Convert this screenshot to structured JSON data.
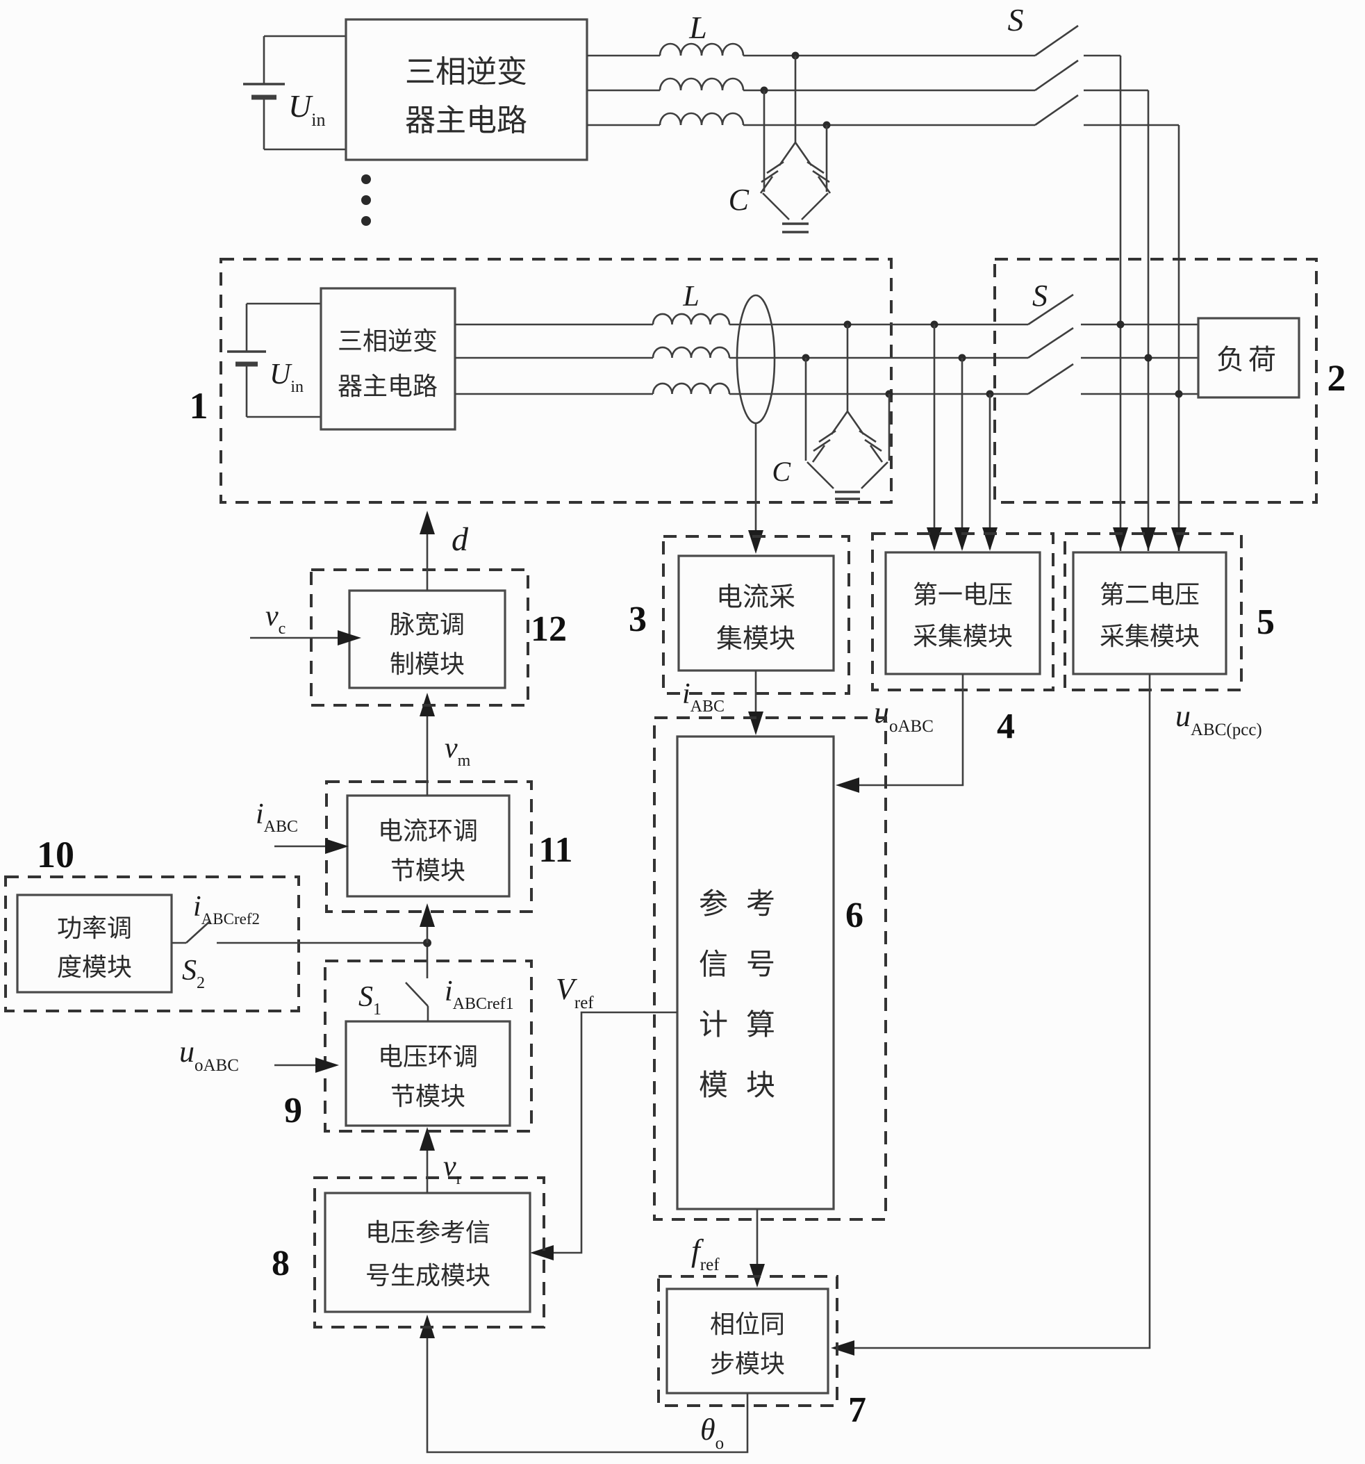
{
  "blocks": {
    "inverter_top": {
      "line1": "三相逆变",
      "line2": "器主电路"
    },
    "inverter_sub": {
      "line1": "三相逆变",
      "line2": "器主电路"
    },
    "load": {
      "label": "负荷"
    },
    "m3": {
      "line1": "电流采",
      "line2": "集模块",
      "num": "3"
    },
    "m4": {
      "line1": "第一电压",
      "line2": "采集模块",
      "num": "4"
    },
    "m5": {
      "line1": "第二电压",
      "line2": "采集模块",
      "num": "5"
    },
    "m6": {
      "line1": "参考",
      "line2": "信号",
      "line3": "计算",
      "line4": "模块",
      "num": "6"
    },
    "m7": {
      "line1": "相位同",
      "line2": "步模块",
      "num": "7"
    },
    "m8": {
      "line1": "电压参考信",
      "line2": "号生成模块",
      "num": "8"
    },
    "m9": {
      "line1": "电压环调",
      "line2": "节模块",
      "num": "9"
    },
    "m10": {
      "line1": "功率调",
      "line2": "度模块",
      "num": "10"
    },
    "m11": {
      "line1": "电流环调",
      "line2": "节模块",
      "num": "11"
    },
    "m12": {
      "line1": "脉宽调",
      "line2": "制模块",
      "num": "12"
    }
  },
  "regions": {
    "box1_num": "1",
    "box2_num": "2"
  },
  "signals": {
    "u_in": {
      "main": "U",
      "sub": "in"
    },
    "filter_l": {
      "main": "L"
    },
    "filter_c": {
      "main": "C"
    },
    "grid_s": {
      "main": "S"
    },
    "d": {
      "main": "d"
    },
    "v_c": {
      "main": "v",
      "sub": "c"
    },
    "v_m": {
      "main": "v",
      "sub": "m"
    },
    "i_abc": {
      "main": "i",
      "sub": "ABC"
    },
    "i_abcref2": {
      "main": "i",
      "sub": "ABCref2"
    },
    "s_2": {
      "main": "S",
      "sub": "2"
    },
    "s_1": {
      "main": "S",
      "sub": "1"
    },
    "i_abcref1": {
      "main": "i",
      "sub": "ABCref1"
    },
    "v_ref": {
      "main": "V",
      "sub": "ref"
    },
    "u_oabc": {
      "main": "u",
      "sub": "oABC"
    },
    "v_r": {
      "main": "v",
      "sub": "r"
    },
    "f_ref": {
      "main": "f",
      "sub": "ref"
    },
    "theta_o": {
      "main": "θ",
      "sub": "o"
    },
    "u_abc_pcc": {
      "main": "u",
      "sub": "ABC(pcc)"
    }
  },
  "colors": {
    "line": "#3f3f3f",
    "text": "#2b2b2b",
    "background": "#fcfcfc"
  }
}
